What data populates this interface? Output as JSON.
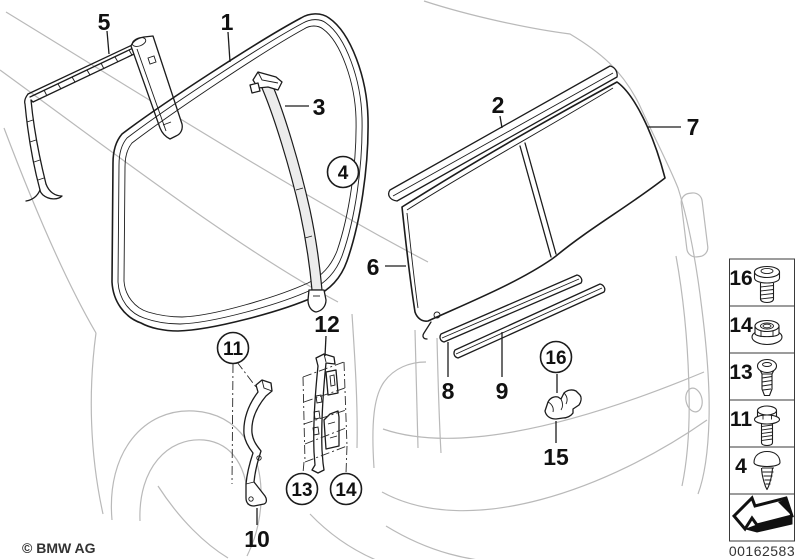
{
  "diagram": {
    "footer": {
      "copyright": "© BMW AG",
      "image_number": "00162583"
    },
    "callouts": {
      "1": {
        "text": "1",
        "style": "plain"
      },
      "2": {
        "text": "2",
        "style": "plain"
      },
      "3": {
        "text": "3",
        "style": "plain"
      },
      "4": {
        "text": "4",
        "style": "circled"
      },
      "5": {
        "text": "5",
        "style": "plain"
      },
      "6": {
        "text": "6",
        "style": "plain"
      },
      "7": {
        "text": "7",
        "style": "plain"
      },
      "8": {
        "text": "8",
        "style": "plain"
      },
      "9": {
        "text": "9",
        "style": "plain"
      },
      "10": {
        "text": "10",
        "style": "plain"
      },
      "11": {
        "text": "11",
        "style": "circled"
      },
      "12": {
        "text": "12",
        "style": "plain"
      },
      "13": {
        "text": "13",
        "style": "circled"
      },
      "14": {
        "text": "14",
        "style": "circled"
      },
      "15": {
        "text": "15",
        "style": "plain"
      },
      "16": {
        "text": "16",
        "style": "circled"
      }
    },
    "legend": {
      "rows": [
        {
          "label": "16",
          "icon": "pan-head-screw-icon"
        },
        {
          "label": "14",
          "icon": "flange-nut-icon"
        },
        {
          "label": "13",
          "icon": "oval-head-screw-icon"
        },
        {
          "label": "11",
          "icon": "hex-flange-bolt-icon"
        },
        {
          "label": "4",
          "icon": "expanding-rivet-icon"
        }
      ],
      "arrow_icon": "direction-of-travel-arrow"
    },
    "colors": {
      "line": "#1c1c1c",
      "car_outline": "#b9b9b9",
      "background": "#ffffff"
    }
  }
}
